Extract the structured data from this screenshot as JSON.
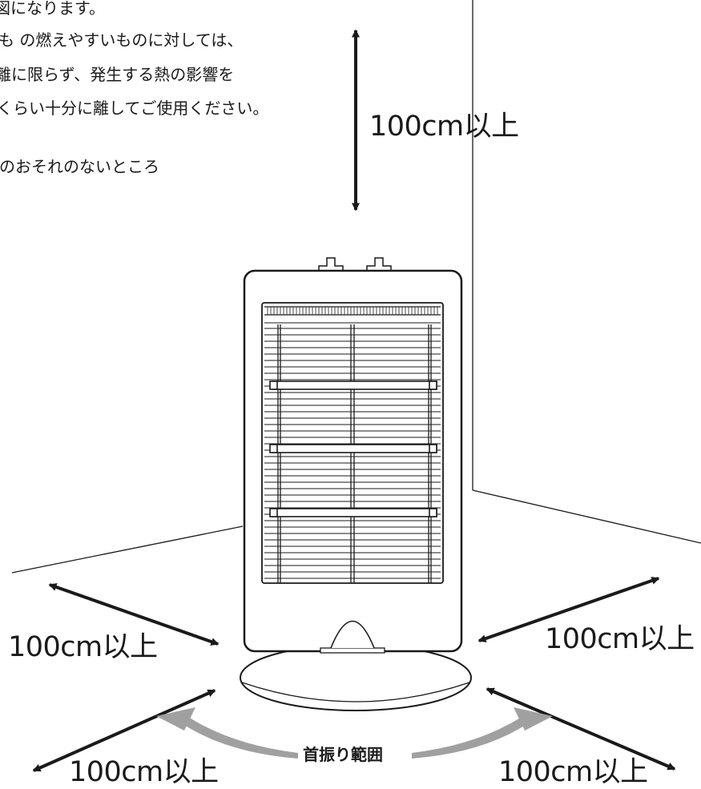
{
  "notes": [
    "図になります。",
    "も の燃えやすいものに対しては、",
    "離に限らず、発生する熱の影響を",
    "くらい十分に離してご使用ください。",
    "のおそれのないところ"
  ],
  "distance_labels": {
    "top": "100cm以上",
    "left": "100cm以上",
    "right": "100cm以上",
    "bottom_left": "100cm以上",
    "bottom_right": "100cm以上"
  },
  "swing_label": "首振り範囲",
  "colors": {
    "line": "#1a1a1a",
    "swing_arrow": "#a0a0a0",
    "background": "#ffffff"
  }
}
